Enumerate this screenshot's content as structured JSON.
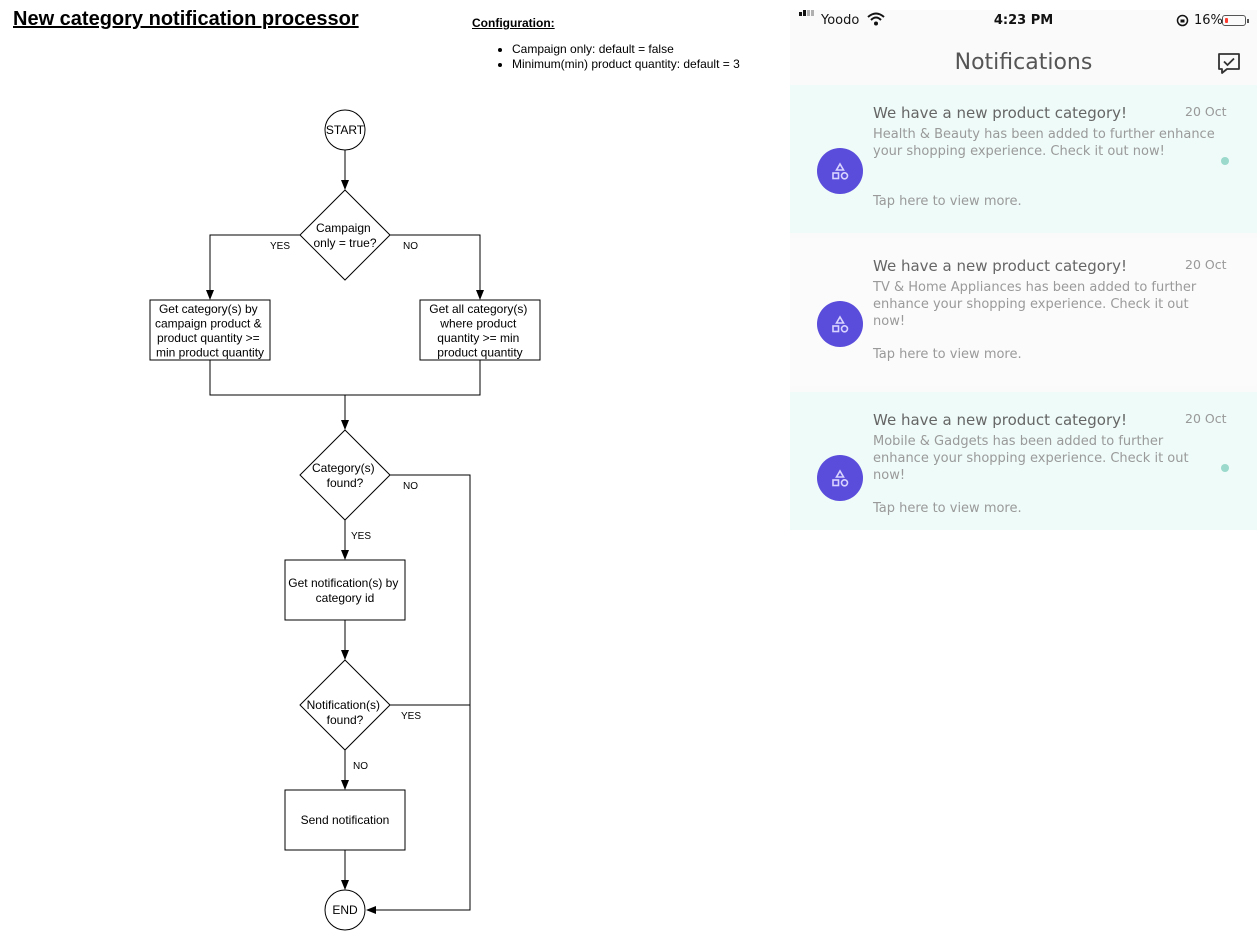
{
  "page_title": "New category notification processor",
  "configuration": {
    "heading": "Configuration:",
    "items": [
      "Campaign only: default = false",
      "Minimum(min) product quantity: default = 3"
    ]
  },
  "flowchart": {
    "nodes": {
      "start": "START",
      "decision_campaign": [
        "Campaign",
        "only = true?"
      ],
      "process_campaign": [
        "Get category(s) by",
        "campaign product &",
        "product quantity >=",
        "min product quantity"
      ],
      "process_all": [
        "Get all category(s)",
        "where product",
        "quantity >= min",
        "product quantity"
      ],
      "decision_category": [
        "Category(s)",
        "found?"
      ],
      "process_notifications": [
        "Get notification(s) by",
        "category id"
      ],
      "decision_notification": [
        "Notification(s)",
        "found?"
      ],
      "process_send": [
        "Send notification"
      ],
      "end": "END"
    },
    "edge_labels": {
      "campaign_yes": "YES",
      "campaign_no": "NO",
      "category_yes": "YES",
      "category_no": "NO",
      "notification_yes": "YES",
      "notification_no": "NO"
    }
  },
  "phone": {
    "status_bar": {
      "carrier": "Yoodo",
      "time": "4:23 PM",
      "battery": "16%",
      "battery_level": 0.16,
      "signal_bars": 2,
      "icons": [
        "signal-icon",
        "wifi-icon",
        "orientation-lock-icon",
        "battery-icon"
      ]
    },
    "header": {
      "title": "Notifications",
      "action_icon": "chat-check-icon"
    },
    "notifications": [
      {
        "title": "We have a new product category!",
        "date": "20 Oct",
        "body": "Health & Beauty has been added to further enhance your shopping experience. Check it out now!",
        "link": "Tap here to view more.",
        "unread": true,
        "icon": "category-shapes-icon"
      },
      {
        "title": "We have a new product category!",
        "date": "20 Oct",
        "body": "TV & Home Appliances has been added to further enhance your shopping experience. Check it out now!",
        "link": "Tap here to view more.",
        "unread": false,
        "icon": "category-shapes-icon"
      },
      {
        "title": "We have a new product category!",
        "date": "20 Oct",
        "body": "Mobile & Gadgets has been added to further enhance your shopping experience. Check it out now!",
        "link": "Tap here to view more.",
        "unread": true,
        "icon": "category-shapes-icon"
      }
    ],
    "colors": {
      "unread_background": "#eefbf8",
      "read_background": "#fbfbfb",
      "icon_background": "#5b4ddb",
      "unread_dot": "#9ad9cc"
    }
  }
}
